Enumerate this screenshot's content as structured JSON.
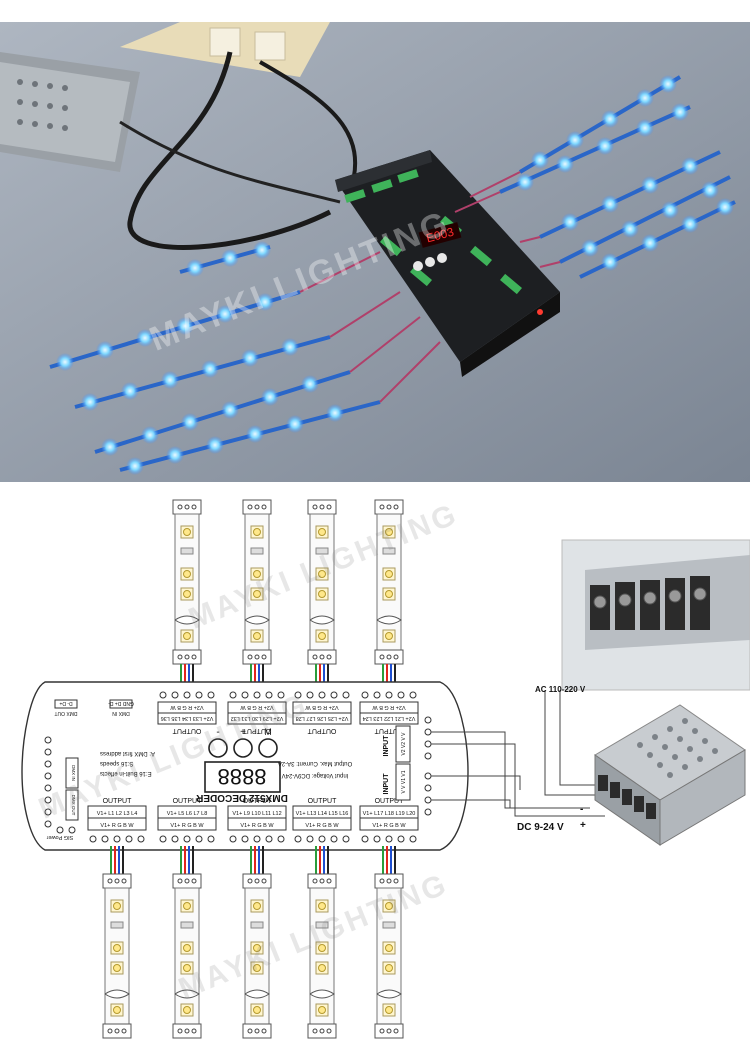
{
  "watermark": "MAYKI LIGHTING",
  "photo": {
    "display_code": "E003"
  },
  "decoder": {
    "title": "DMX512 DECODER",
    "buttons": [
      "-",
      "+",
      "M"
    ],
    "display": "8888",
    "features": [
      "A: DMX first address",
      "S:16 speeds",
      "E:16 Built-in effects"
    ],
    "input_voltage": "Input Voltage: DC9V-24V",
    "output_current": "Output Max. Current: 3A-2A",
    "top_outputs": [
      {
        "title": "OUTPUT",
        "pins": "V2+ R G B W",
        "channels": "V2+ L33 L34 L35 L36"
      },
      {
        "title": "OUTPUT",
        "pins": "V2+ R G B W",
        "channels": "V2+ L29 L30 L31 L32"
      },
      {
        "title": "OUTPUT",
        "pins": "V2+ R G B W",
        "channels": "V2+ L25 L26 L27 L28"
      },
      {
        "title": "OUTPUT",
        "pins": "V2+ R G B W",
        "channels": "V2+ L21 L22 L23 L24"
      }
    ],
    "bottom_outputs": [
      {
        "title": "OUTPUT",
        "channels": "V1+ L1 L2 L3 L4",
        "pins": "V1+ R G B W"
      },
      {
        "title": "OUTPUT",
        "channels": "V1+ L5 L6 L7 L8",
        "pins": "V1+ R G B W"
      },
      {
        "title": "OUTPUT",
        "channels": "V1+ L9 L10 L11 L12",
        "pins": "V1+ R G B W"
      },
      {
        "title": "OUTPUT",
        "channels": "V1+ L13 L14 L15 L16",
        "pins": "V1+ R G B W"
      },
      {
        "title": "OUTPUT",
        "channels": "V1+ L17 L18 L19 L20",
        "pins": "V1+ R G B W"
      }
    ],
    "input_label": "INPUT",
    "input_pins_top": "V2 V2 V V",
    "input_pins_bottom": "V V V1 V1",
    "left_labels": {
      "dmx_out": "DMX OUT",
      "dmx_in": "DMX IN",
      "dmx_out_pins": "D- D+",
      "dmx_in_pins": "GND D+ D-",
      "sig_power": "SIG Power",
      "dmx_out_r": "DMX OUT",
      "dmx_in_r": "DMX IN"
    }
  },
  "power": {
    "ac_label": "AC 110-220 V",
    "dc_label": "DC 9-24 V",
    "minus": "-",
    "plus": "+"
  }
}
